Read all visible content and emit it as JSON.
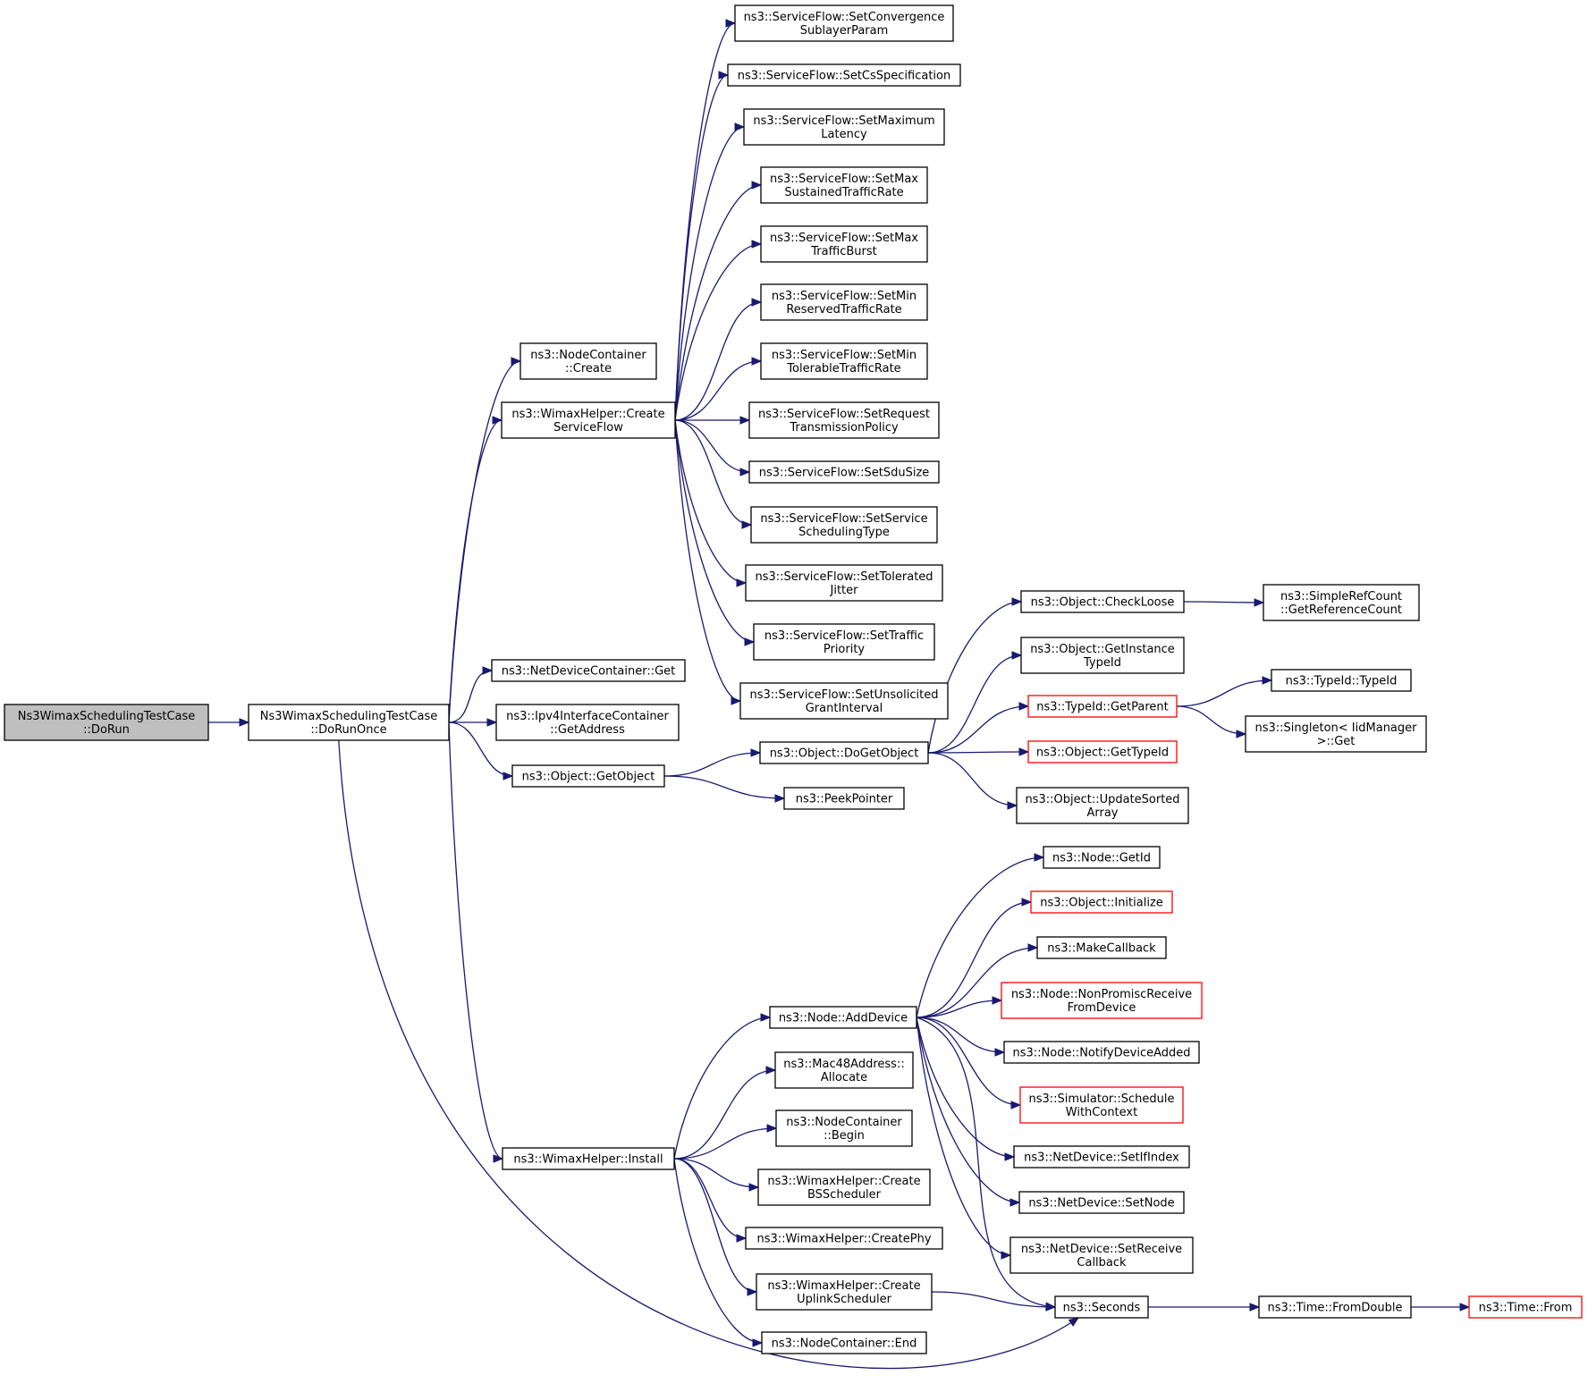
{
  "diagram": {
    "type": "call-graph",
    "nodes": [
      {
        "id": "dorun",
        "lines": [
          "Ns3WimaxSchedulingTestCase",
          "::DoRun"
        ],
        "style": "root"
      },
      {
        "id": "doruntonce",
        "lines": [
          "Ns3WimaxSchedulingTestCase",
          "::DoRunOnce"
        ],
        "style": "normal"
      },
      {
        "id": "nc_create",
        "lines": [
          "ns3::NodeContainer",
          "::Create"
        ],
        "style": "normal"
      },
      {
        "id": "create_sf",
        "lines": [
          "ns3::WimaxHelper::Create",
          "ServiceFlow"
        ],
        "style": "normal"
      },
      {
        "id": "ndc_get",
        "lines": [
          "ns3::NetDeviceContainer::Get"
        ],
        "style": "normal"
      },
      {
        "id": "ipv4_getaddr",
        "lines": [
          "ns3::Ipv4InterfaceContainer",
          "::GetAddress"
        ],
        "style": "normal"
      },
      {
        "id": "obj_getobject",
        "lines": [
          "ns3::Object::GetObject"
        ],
        "style": "normal"
      },
      {
        "id": "wh_install",
        "lines": [
          "ns3::WimaxHelper::Install"
        ],
        "style": "normal"
      },
      {
        "id": "sf_conv",
        "lines": [
          "ns3::ServiceFlow::SetConvergence",
          "SublayerParam"
        ],
        "style": "normal"
      },
      {
        "id": "sf_cs",
        "lines": [
          "ns3::ServiceFlow::SetCsSpecification"
        ],
        "style": "normal"
      },
      {
        "id": "sf_maxlat",
        "lines": [
          "ns3::ServiceFlow::SetMaximum",
          "Latency"
        ],
        "style": "normal"
      },
      {
        "id": "sf_maxsus",
        "lines": [
          "ns3::ServiceFlow::SetMax",
          "SustainedTrafficRate"
        ],
        "style": "normal"
      },
      {
        "id": "sf_maxburst",
        "lines": [
          "ns3::ServiceFlow::SetMax",
          "TrafficBurst"
        ],
        "style": "normal"
      },
      {
        "id": "sf_minres",
        "lines": [
          "ns3::ServiceFlow::SetMin",
          "ReservedTrafficRate"
        ],
        "style": "normal"
      },
      {
        "id": "sf_mintol",
        "lines": [
          "ns3::ServiceFlow::SetMin",
          "TolerableTrafficRate"
        ],
        "style": "normal"
      },
      {
        "id": "sf_req",
        "lines": [
          "ns3::ServiceFlow::SetRequest",
          "TransmissionPolicy"
        ],
        "style": "normal"
      },
      {
        "id": "sf_sdu",
        "lines": [
          "ns3::ServiceFlow::SetSduSize"
        ],
        "style": "normal"
      },
      {
        "id": "sf_sched",
        "lines": [
          "ns3::ServiceFlow::SetService",
          "SchedulingType"
        ],
        "style": "normal"
      },
      {
        "id": "sf_jitter",
        "lines": [
          "ns3::ServiceFlow::SetTolerated",
          "Jitter"
        ],
        "style": "normal"
      },
      {
        "id": "sf_prio",
        "lines": [
          "ns3::ServiceFlow::SetTraffic",
          "Priority"
        ],
        "style": "normal"
      },
      {
        "id": "sf_unsol",
        "lines": [
          "ns3::ServiceFlow::SetUnsolicited",
          "GrantInterval"
        ],
        "style": "normal"
      },
      {
        "id": "obj_dogetobject",
        "lines": [
          "ns3::Object::DoGetObject"
        ],
        "style": "normal"
      },
      {
        "id": "peekpointer",
        "lines": [
          "ns3::PeekPointer"
        ],
        "style": "normal"
      },
      {
        "id": "obj_checkloose",
        "lines": [
          "ns3::Object::CheckLoose"
        ],
        "style": "normal"
      },
      {
        "id": "obj_getinst",
        "lines": [
          "ns3::Object::GetInstance",
          "TypeId"
        ],
        "style": "normal"
      },
      {
        "id": "typeid_getparent",
        "lines": [
          "ns3::TypeId::GetParent"
        ],
        "style": "red"
      },
      {
        "id": "obj_gettypeid",
        "lines": [
          "ns3::Object::GetTypeId"
        ],
        "style": "red"
      },
      {
        "id": "obj_updsorted",
        "lines": [
          "ns3::Object::UpdateSorted",
          "Array"
        ],
        "style": "normal"
      },
      {
        "id": "srefcount",
        "lines": [
          "ns3::SimpleRefCount",
          "::GetReferenceCount"
        ],
        "style": "normal"
      },
      {
        "id": "typeid_typeid",
        "lines": [
          "ns3::TypeId::TypeId"
        ],
        "style": "normal"
      },
      {
        "id": "singleton_get",
        "lines": [
          "ns3::Singleton< IidManager",
          " >::Get"
        ],
        "style": "normal"
      },
      {
        "id": "node_adddevice",
        "lines": [
          "ns3::Node::AddDevice"
        ],
        "style": "normal"
      },
      {
        "id": "mac48_alloc",
        "lines": [
          "ns3::Mac48Address::",
          "Allocate"
        ],
        "style": "normal"
      },
      {
        "id": "nc_begin",
        "lines": [
          "ns3::NodeContainer",
          "::Begin"
        ],
        "style": "normal"
      },
      {
        "id": "wh_bssched",
        "lines": [
          "ns3::WimaxHelper::Create",
          "BSScheduler"
        ],
        "style": "normal"
      },
      {
        "id": "wh_createphy",
        "lines": [
          "ns3::WimaxHelper::CreatePhy"
        ],
        "style": "normal"
      },
      {
        "id": "wh_uplink",
        "lines": [
          "ns3::WimaxHelper::Create",
          "UplinkScheduler"
        ],
        "style": "normal"
      },
      {
        "id": "nc_end",
        "lines": [
          "ns3::NodeContainer::End"
        ],
        "style": "normal"
      },
      {
        "id": "node_getid",
        "lines": [
          "ns3::Node::GetId"
        ],
        "style": "normal"
      },
      {
        "id": "obj_init",
        "lines": [
          "ns3::Object::Initialize"
        ],
        "style": "red"
      },
      {
        "id": "makecallback",
        "lines": [
          "ns3::MakeCallback"
        ],
        "style": "normal"
      },
      {
        "id": "node_nonpromisc",
        "lines": [
          "ns3::Node::NonPromiscReceive",
          "FromDevice"
        ],
        "style": "red"
      },
      {
        "id": "node_notify",
        "lines": [
          "ns3::Node::NotifyDeviceAdded"
        ],
        "style": "normal"
      },
      {
        "id": "sim_schedule",
        "lines": [
          "ns3::Simulator::Schedule",
          "WithContext"
        ],
        "style": "red"
      },
      {
        "id": "nd_setifindex",
        "lines": [
          "ns3::NetDevice::SetIfIndex"
        ],
        "style": "normal"
      },
      {
        "id": "nd_setnode",
        "lines": [
          "ns3::NetDevice::SetNode"
        ],
        "style": "normal"
      },
      {
        "id": "nd_setreceive",
        "lines": [
          "ns3::NetDevice::SetReceive",
          "Callback"
        ],
        "style": "normal"
      },
      {
        "id": "seconds",
        "lines": [
          "ns3::Seconds"
        ],
        "style": "normal"
      },
      {
        "id": "time_fromdouble",
        "lines": [
          "ns3::Time::FromDouble"
        ],
        "style": "normal"
      },
      {
        "id": "time_from",
        "lines": [
          "ns3::Time::From"
        ],
        "style": "red"
      }
    ],
    "edges": [
      [
        "dorun",
        "doruntonce"
      ],
      [
        "doruntonce",
        "nc_create"
      ],
      [
        "doruntonce",
        "create_sf"
      ],
      [
        "doruntonce",
        "ndc_get"
      ],
      [
        "doruntonce",
        "ipv4_getaddr"
      ],
      [
        "doruntonce",
        "obj_getobject"
      ],
      [
        "doruntonce",
        "wh_install"
      ],
      [
        "doruntonce",
        "seconds"
      ],
      [
        "create_sf",
        "sf_conv"
      ],
      [
        "create_sf",
        "sf_cs"
      ],
      [
        "create_sf",
        "sf_maxlat"
      ],
      [
        "create_sf",
        "sf_maxsus"
      ],
      [
        "create_sf",
        "sf_maxburst"
      ],
      [
        "create_sf",
        "sf_minres"
      ],
      [
        "create_sf",
        "sf_mintol"
      ],
      [
        "create_sf",
        "sf_req"
      ],
      [
        "create_sf",
        "sf_sdu"
      ],
      [
        "create_sf",
        "sf_sched"
      ],
      [
        "create_sf",
        "sf_jitter"
      ],
      [
        "create_sf",
        "sf_prio"
      ],
      [
        "create_sf",
        "sf_unsol"
      ],
      [
        "obj_getobject",
        "obj_dogetobject"
      ],
      [
        "obj_getobject",
        "peekpointer"
      ],
      [
        "obj_dogetobject",
        "obj_checkloose"
      ],
      [
        "obj_dogetobject",
        "obj_getinst"
      ],
      [
        "obj_dogetobject",
        "typeid_getparent"
      ],
      [
        "obj_dogetobject",
        "obj_gettypeid"
      ],
      [
        "obj_dogetobject",
        "obj_updsorted"
      ],
      [
        "obj_checkloose",
        "srefcount"
      ],
      [
        "typeid_getparent",
        "typeid_typeid"
      ],
      [
        "typeid_getparent",
        "singleton_get"
      ],
      [
        "wh_install",
        "node_adddevice"
      ],
      [
        "wh_install",
        "mac48_alloc"
      ],
      [
        "wh_install",
        "nc_begin"
      ],
      [
        "wh_install",
        "wh_bssched"
      ],
      [
        "wh_install",
        "wh_createphy"
      ],
      [
        "wh_install",
        "wh_uplink"
      ],
      [
        "wh_install",
        "nc_end"
      ],
      [
        "node_adddevice",
        "node_getid"
      ],
      [
        "node_adddevice",
        "obj_init"
      ],
      [
        "node_adddevice",
        "makecallback"
      ],
      [
        "node_adddevice",
        "node_nonpromisc"
      ],
      [
        "node_adddevice",
        "node_notify"
      ],
      [
        "node_adddevice",
        "sim_schedule"
      ],
      [
        "node_adddevice",
        "nd_setifindex"
      ],
      [
        "node_adddevice",
        "nd_setnode"
      ],
      [
        "node_adddevice",
        "nd_setreceive"
      ],
      [
        "node_adddevice",
        "seconds"
      ],
      [
        "wh_uplink",
        "seconds"
      ],
      [
        "seconds",
        "time_fromdouble"
      ],
      [
        "time_fromdouble",
        "time_from"
      ]
    ]
  },
  "colors": {
    "edge": "#191970",
    "root_fill": "#bfbfbf",
    "red_border": "#ff0000",
    "border": "#000000"
  }
}
